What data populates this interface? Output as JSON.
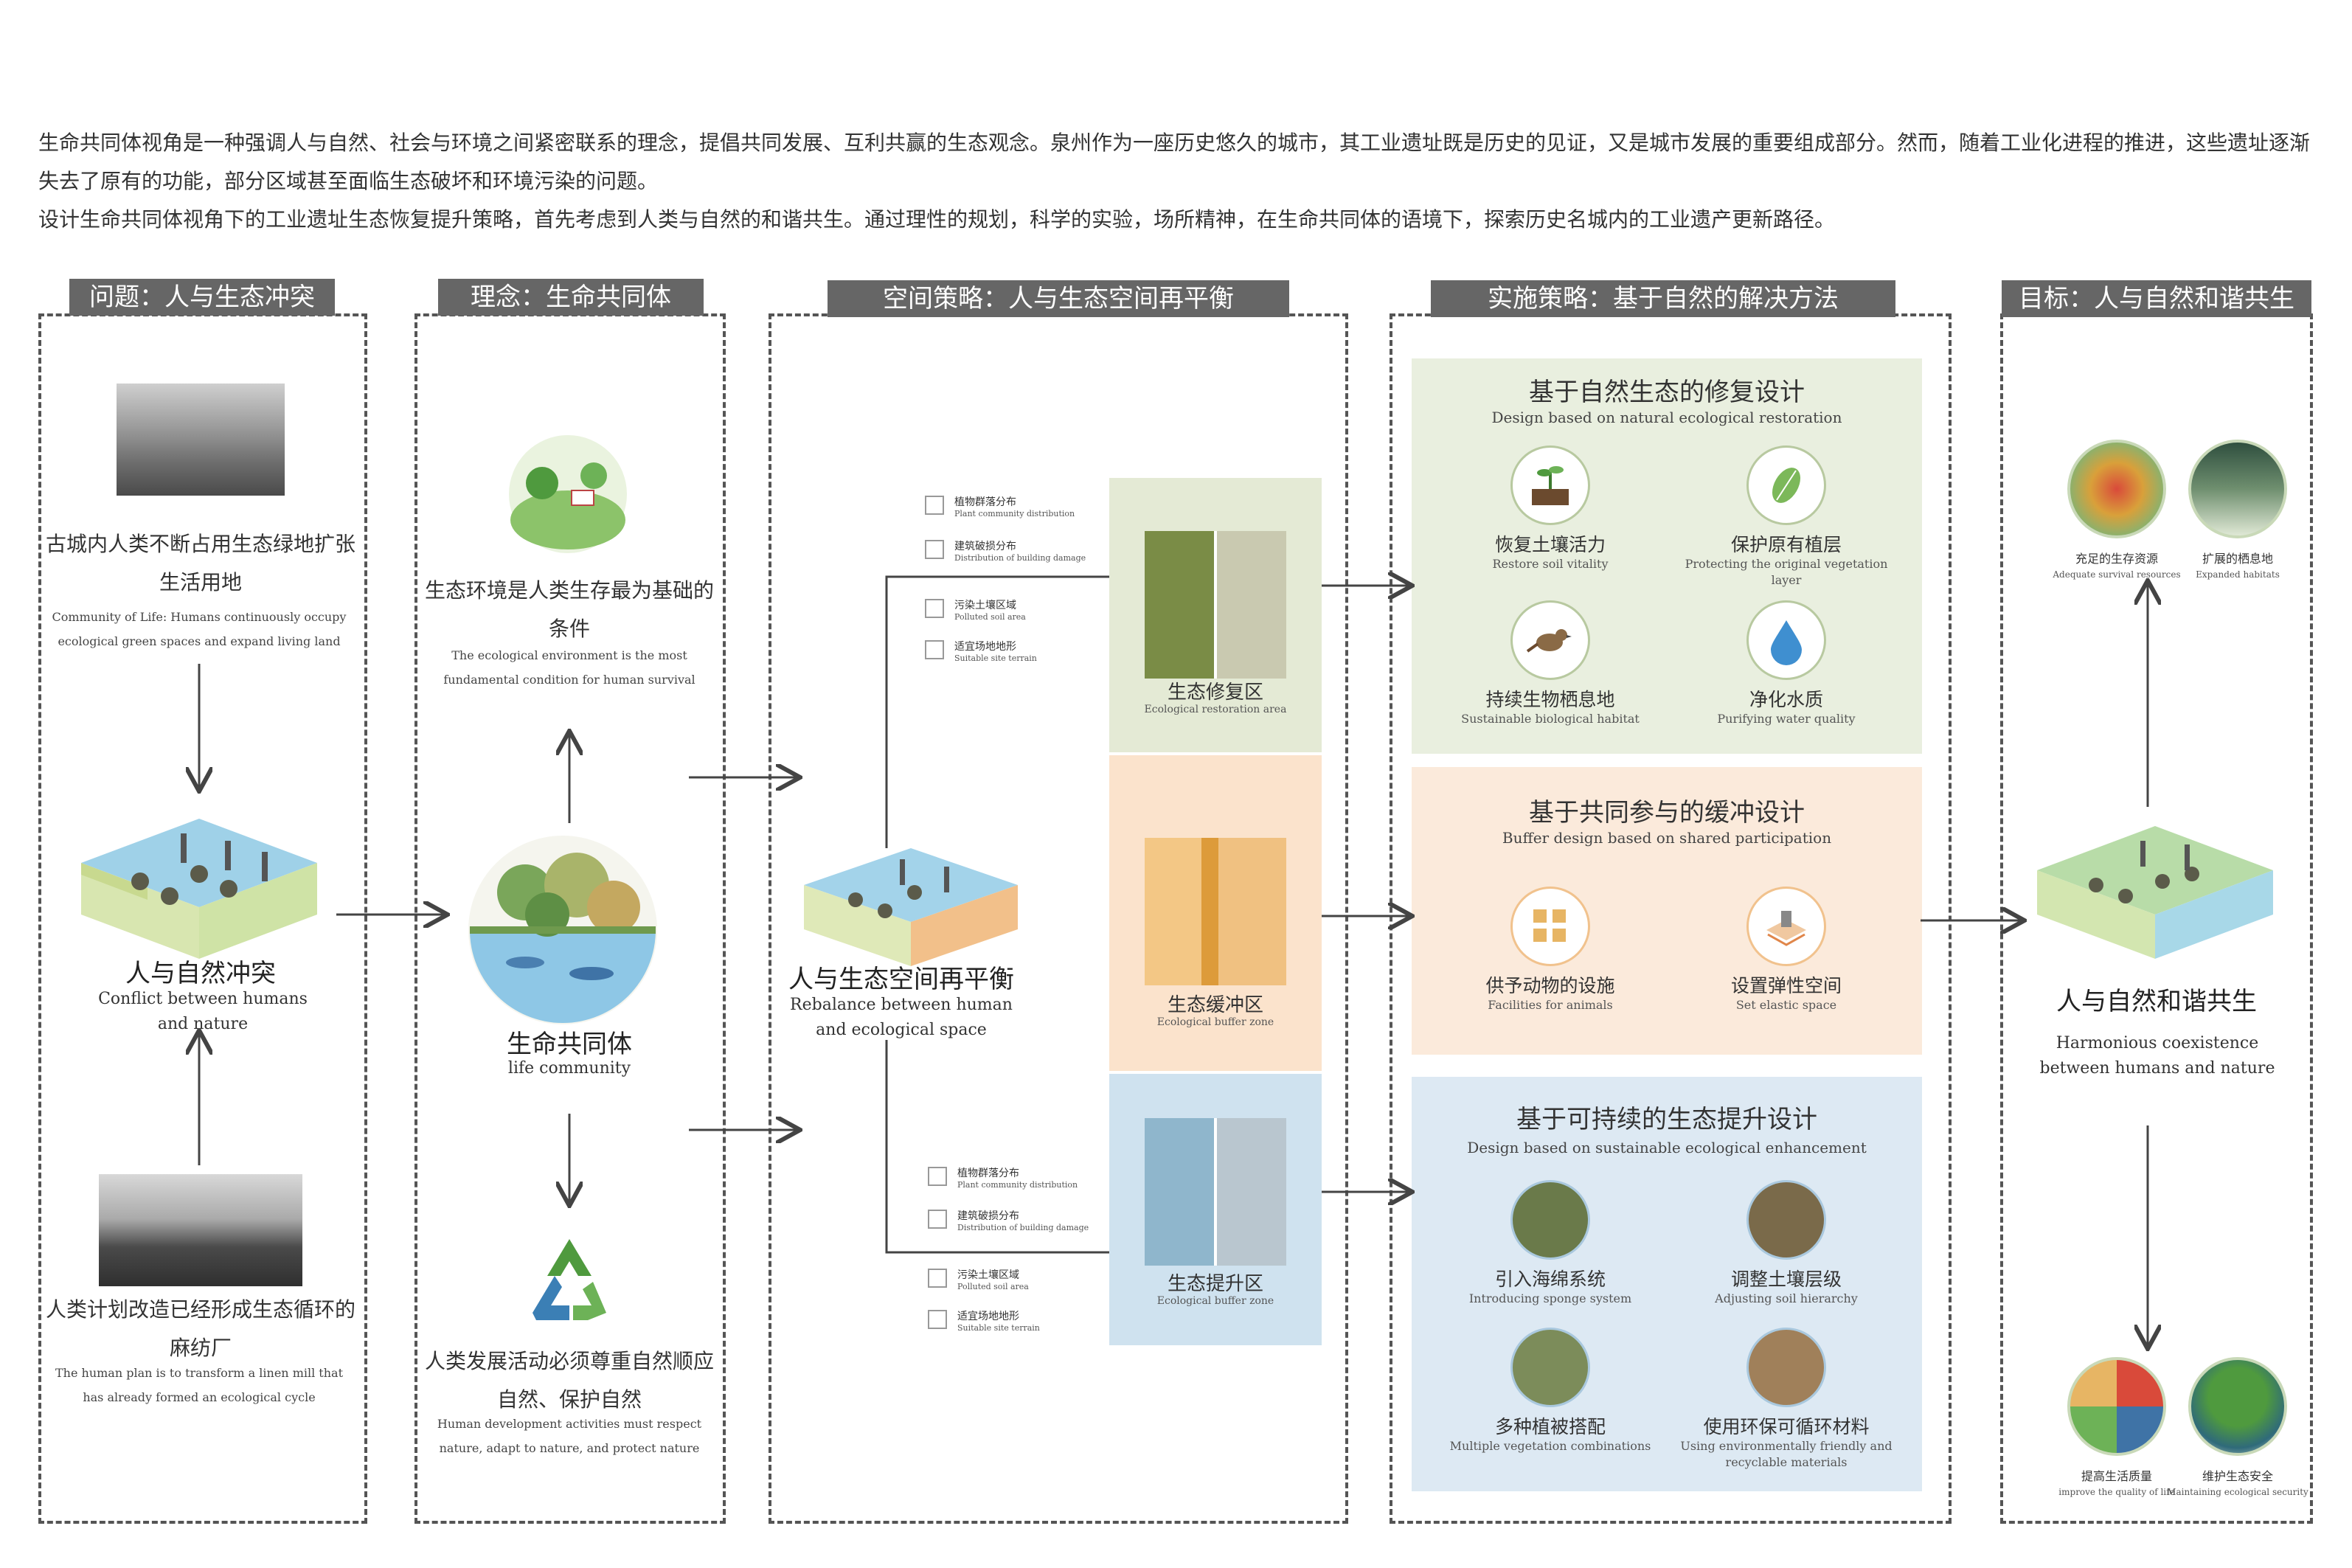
{
  "intro": {
    "p1": "生命共同体视角是一种强调人与自然、社会与环境之间紧密联系的理念，提倡共同发展、互利共赢的生态观念。泉州作为一座历史悠久的城市，其工业遗址既是历史的见证，又是城市发展的重要组成部分。然而，随着工业化进程的推进，这些遗址逐渐失去了原有的功能，部分区域甚至面临生态破坏和环境污染的问题。",
    "p2": "设计生命共同体视角下的工业遗址生态恢复提升策略，首先考虑到人类与自然的和谐共生。通过理性的规划，科学的实验，场所精神，在生命共同体的语境下，探索历史名城内的工业遗产更新路径。"
  },
  "col1": {
    "header": "问题：人与生态冲突",
    "top_cn": "古城内人类不断占用生态绿地扩张生活用地",
    "top_en": "Community of Life: Humans continuously occupy ecological green spaces and expand living land",
    "mid_cn": "人与自然冲突",
    "mid_en": "Conflict between humans and nature",
    "bot_cn": "人类计划改造已经形成生态循环的麻纺厂",
    "bot_en": "The human plan is to transform a linen mill that has already formed an ecological cycle"
  },
  "col2": {
    "header": "理念：生命共同体",
    "top_cn": "生态环境是人类生存最为基础的条件",
    "top_en": "The ecological environment is the most fundamental condition for human survival",
    "mid_cn": "生命共同体",
    "mid_en": "life community",
    "bot_cn": "人类发展活动必须尊重自然顺应自然、保护自然",
    "bot_en": "Human development activities must respect nature, adapt to nature, and protect nature"
  },
  "col3": {
    "header": "空间策略：人与生态空间再平衡",
    "mid_cn": "人与生态空间再平衡",
    "mid_en": "Rebalance between human and ecological space",
    "legend": [
      {
        "cn": "植物群落分布",
        "en": "Plant community distribution"
      },
      {
        "cn": "建筑破损分布",
        "en": "Distribution of building damage"
      },
      {
        "cn": "污染土壤区域",
        "en": "Polluted soil area"
      },
      {
        "cn": "适宜场地地形",
        "en": "Suitable site terrain"
      }
    ],
    "zones": [
      {
        "cn": "生态修复区",
        "en": "Ecological restoration area"
      },
      {
        "cn": "生态缓冲区",
        "en": "Ecological buffer zone"
      },
      {
        "cn": "生态提升区",
        "en": "Ecological buffer zone"
      }
    ]
  },
  "col4": {
    "header": "实施策略：基于自然的解决方法",
    "panels": [
      {
        "title_cn": "基于自然生态的修复设计",
        "title_en": "Design based on natural ecological restoration",
        "items": [
          {
            "cn": "恢复土壤活力",
            "en": "Restore soil vitality"
          },
          {
            "cn": "保护原有植层",
            "en": "Protecting the original vegetation layer"
          },
          {
            "cn": "持续生物栖息地",
            "en": "Sustainable biological habitat"
          },
          {
            "cn": "净化水质",
            "en": "Purifying water quality"
          }
        ]
      },
      {
        "title_cn": "基于共同参与的缓冲设计",
        "title_en": "Buffer design based on shared participation",
        "items": [
          {
            "cn": "供予动物的设施",
            "en": "Facilities for animals"
          },
          {
            "cn": "设置弹性空间",
            "en": "Set elastic space"
          }
        ]
      },
      {
        "title_cn": "基于可持续的生态提升设计",
        "title_en": "Design based on sustainable ecological enhancement",
        "items": [
          {
            "cn": "引入海绵系统",
            "en": "Introducing sponge system"
          },
          {
            "cn": "调整土壤层级",
            "en": "Adjusting soil hierarchy"
          },
          {
            "cn": "多种植被搭配",
            "en": "Multiple vegetation combinations"
          },
          {
            "cn": "使用环保可循环材料",
            "en": "Using environmentally friendly and recyclable materials"
          }
        ]
      }
    ]
  },
  "col5": {
    "header": "目标：人与自然和谐共生",
    "mid_cn": "人与自然和谐共生",
    "mid_en": "Harmonious coexistence between humans and nature",
    "goals": [
      {
        "cn": "充足的生存资源",
        "en": "Adequate survival resources"
      },
      {
        "cn": "扩展的栖息地",
        "en": "Expanded habitats"
      },
      {
        "cn": "提高生活质量",
        "en": "improve the quality of life"
      },
      {
        "cn": "维护生态安全",
        "en": "Maintaining ecological security"
      }
    ]
  },
  "colors": {
    "panel1": "#e9efdf",
    "panel2": "#fbeadb",
    "panel3": "#dde9f3",
    "zone1": "#e4ead5",
    "zone2": "#fbe3cc",
    "zone3": "#cfe2ef",
    "header": "#666666"
  }
}
